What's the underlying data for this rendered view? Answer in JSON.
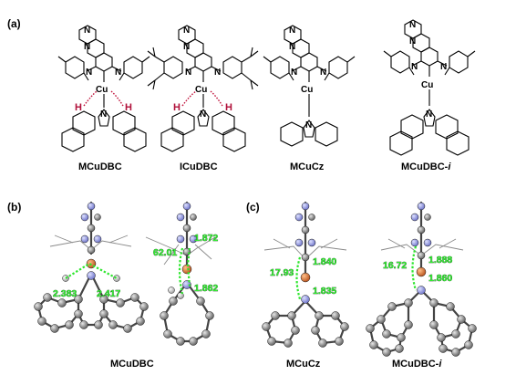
{
  "panels": {
    "a": "(a)",
    "b": "(b)",
    "c": "(c)"
  },
  "structures": [
    {
      "name": "MCuDBC",
      "metal": "Cu",
      "hydrogens": [
        "H",
        "H"
      ]
    },
    {
      "name": "ICuDBC",
      "metal": "Cu",
      "hydrogens": [
        "H",
        "H"
      ]
    },
    {
      "name": "MCuCz",
      "metal": "Cu"
    },
    {
      "name": "MCuDBC-",
      "name_suffix": "i",
      "metal": "Cu"
    }
  ],
  "atom_label": "N",
  "crystal": [
    {
      "name": "MCuDBC",
      "distances": [
        "2.383",
        "2.417"
      ],
      "angle": "62.01",
      "bonds": [
        "1.872",
        "1.862"
      ]
    },
    {
      "name": "MCuCz",
      "angle": "17.93",
      "bonds": [
        "1.840",
        "1.835"
      ]
    },
    {
      "name": "MCuDBC-",
      "name_suffix": "i",
      "angle": "16.72",
      "bonds": [
        "1.888",
        "1.860"
      ]
    }
  ],
  "colors": {
    "hydrogen_label": "#b0103a",
    "measurement": "#33ee33",
    "copper": "#d2691e",
    "nitrogen": "#8f95e0",
    "carbon": "#7a7a7a"
  }
}
